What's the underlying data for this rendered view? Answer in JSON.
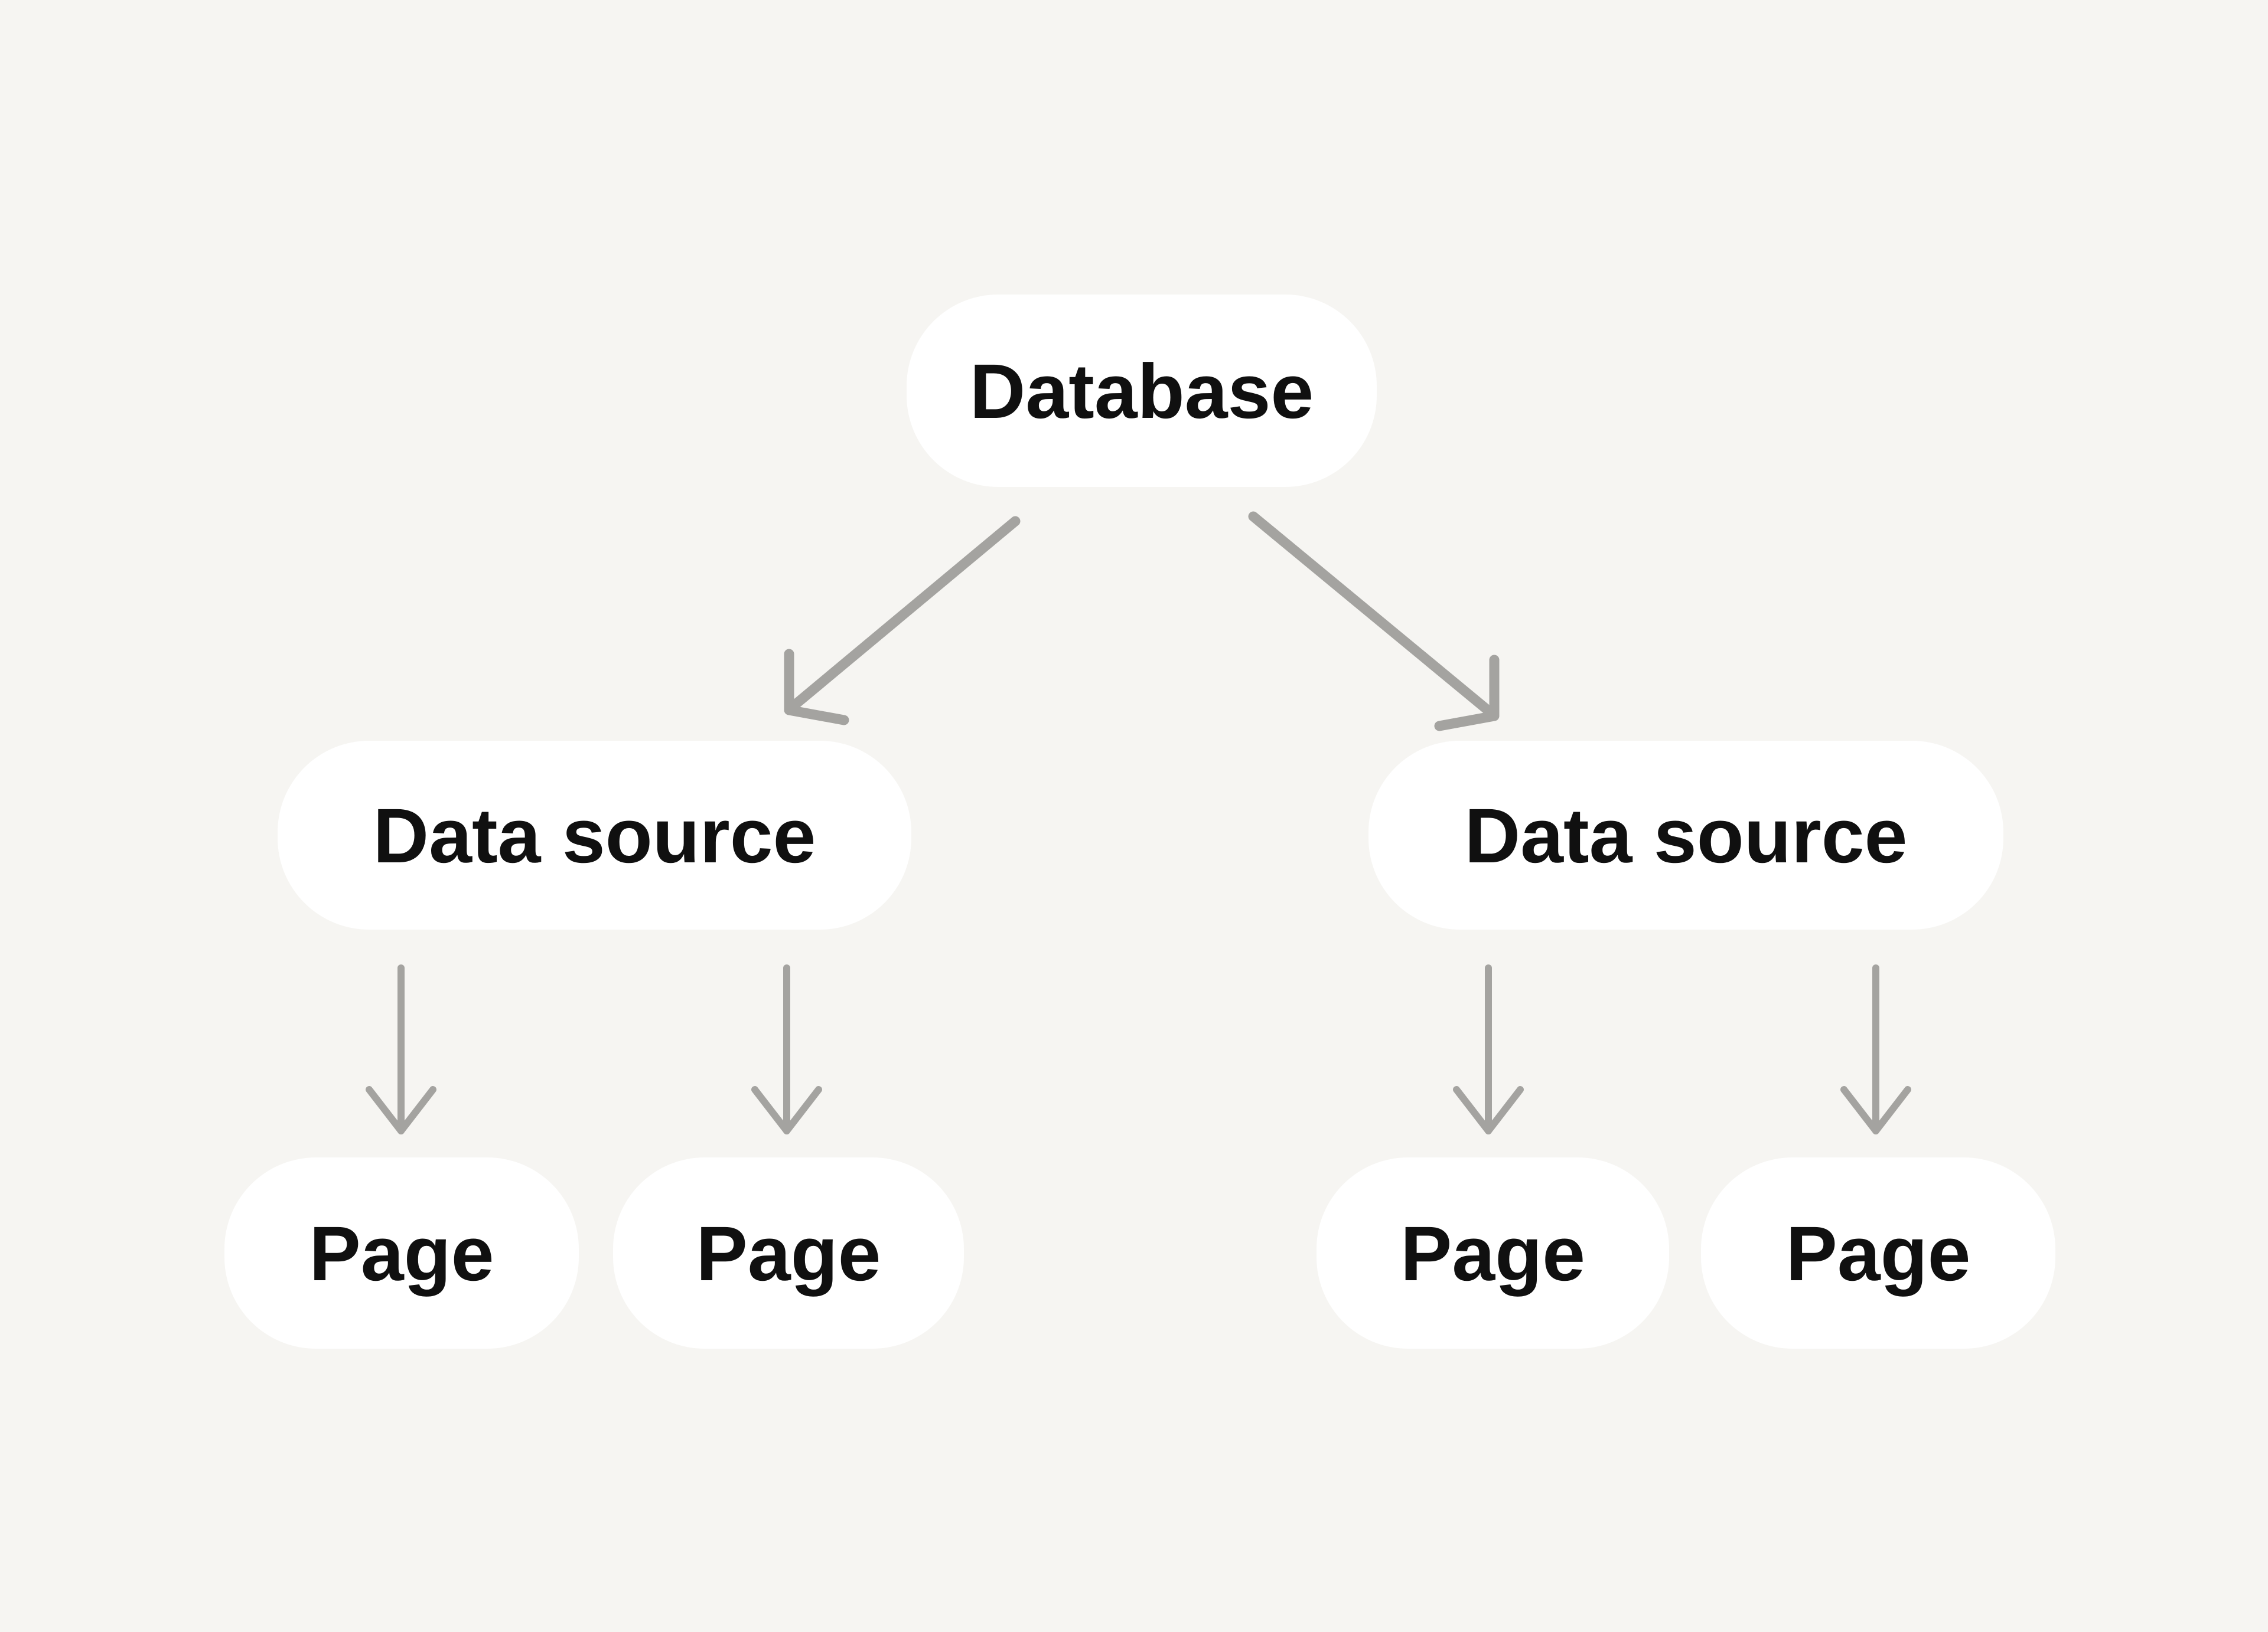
{
  "diagram": {
    "type": "tree",
    "nodes": {
      "database": {
        "label": "Database"
      },
      "data_source_left": {
        "label": "Data source"
      },
      "data_source_right": {
        "label": "Data source"
      },
      "page_1": {
        "label": "Page"
      },
      "page_2": {
        "label": "Page"
      },
      "page_3": {
        "label": "Page"
      },
      "page_4": {
        "label": "Page"
      }
    },
    "edges": [
      {
        "from": "database",
        "to": "data_source_left"
      },
      {
        "from": "database",
        "to": "data_source_right"
      },
      {
        "from": "data_source_left",
        "to": "page_1"
      },
      {
        "from": "data_source_left",
        "to": "page_2"
      },
      {
        "from": "data_source_right",
        "to": "page_3"
      },
      {
        "from": "data_source_right",
        "to": "page_4"
      }
    ]
  },
  "colors": {
    "background": "#f6f5f2",
    "node_background": "#ffffff",
    "node_text": "#101010",
    "arrow": "#a4a3a0"
  }
}
